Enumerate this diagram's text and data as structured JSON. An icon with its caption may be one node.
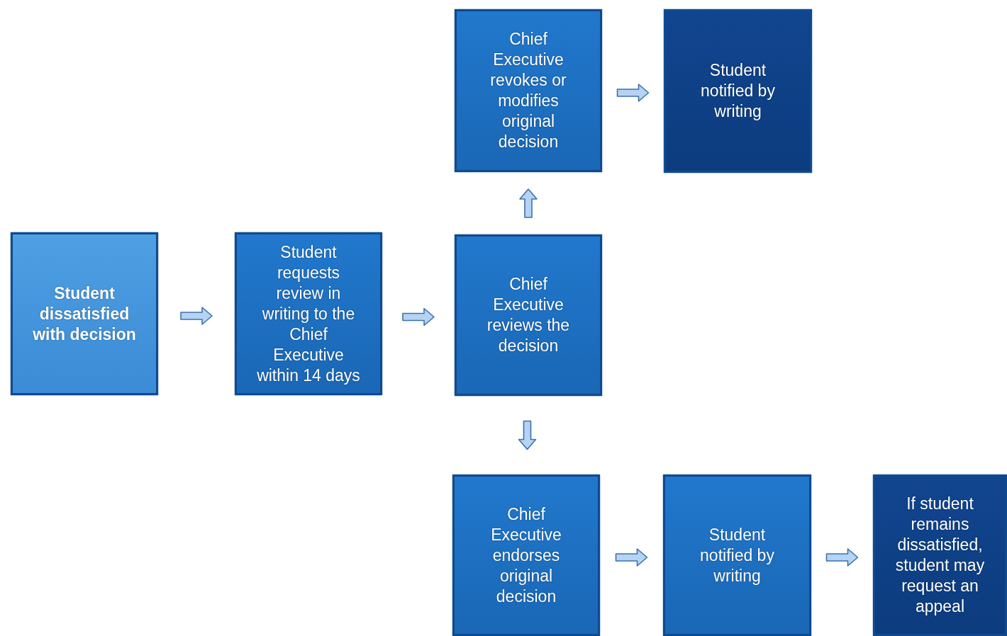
{
  "diagram": {
    "nodes": [
      {
        "text": [
          "Student dissatisfied with decision"
        ]
      },
      {
        "text": [
          "Student requests review in writing to the Chief Executive within 14 days"
        ]
      },
      {
        "text": [
          "Chief Executive reviews the decision"
        ]
      },
      {
        "text": [
          "Chief Executive revokes or modifies original decision"
        ]
      },
      {
        "text": [
          "Student notified by writing"
        ]
      },
      {
        "text": [
          "Chief Executive endorses original decision"
        ]
      },
      {
        "text": [
          "Student notified by writing"
        ]
      },
      {
        "text": [
          "If student remains dissatisfied, student may request an appeal"
        ]
      }
    ],
    "edges": [
      {
        "from": 0,
        "to": 1,
        "arrow": "to"
      },
      {
        "from": 1,
        "to": 2,
        "arrow": "to"
      },
      {
        "from": 2,
        "to": 3,
        "arrow": "to"
      },
      {
        "from": 3,
        "to": 4,
        "arrow": "to"
      },
      {
        "from": 2,
        "to": 5,
        "arrow": "to"
      },
      {
        "from": 5,
        "to": 6,
        "arrow": "to"
      },
      {
        "from": 6,
        "to": 7,
        "arrow": "to"
      }
    ]
  }
}
